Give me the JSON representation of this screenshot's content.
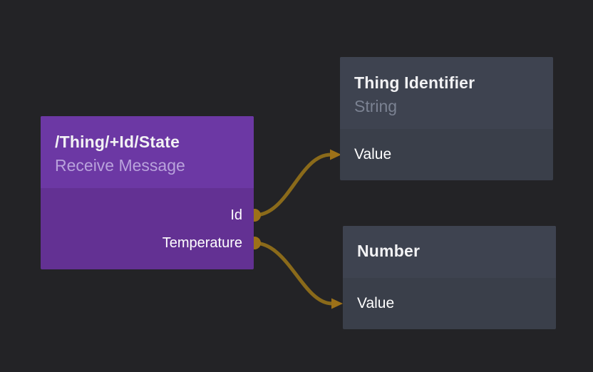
{
  "canvas": {
    "background": "#232326"
  },
  "colors": {
    "canvas-bg": "#232326",
    "node-purple-header": "#6c38a4",
    "node-purple-body": "#633193",
    "node-gray-header": "#3e4350",
    "node-gray-body": "#3a3f4a",
    "title-text": "#f2f2f4",
    "purple-subtitle": "#b9a2dc",
    "gray-subtitle": "#7b8292",
    "wire": "#8a6a1a",
    "port": "#9d7118"
  },
  "nodes": [
    {
      "id": "receive-message",
      "title": "/Thing/+Id/State",
      "subtitle": "Receive Message",
      "outputs": [
        "Id",
        "Temperature"
      ]
    },
    {
      "id": "thing-identifier",
      "title": "Thing Identifier",
      "subtitle": "String",
      "inputs": [
        "Value"
      ]
    },
    {
      "id": "number",
      "title": "Number",
      "subtitle": "",
      "inputs": [
        "Value"
      ]
    }
  ],
  "wires": [
    {
      "from": "receive-message.Id",
      "to": "thing-identifier.Value"
    },
    {
      "from": "receive-message.Temperature",
      "to": "number.Value"
    }
  ]
}
